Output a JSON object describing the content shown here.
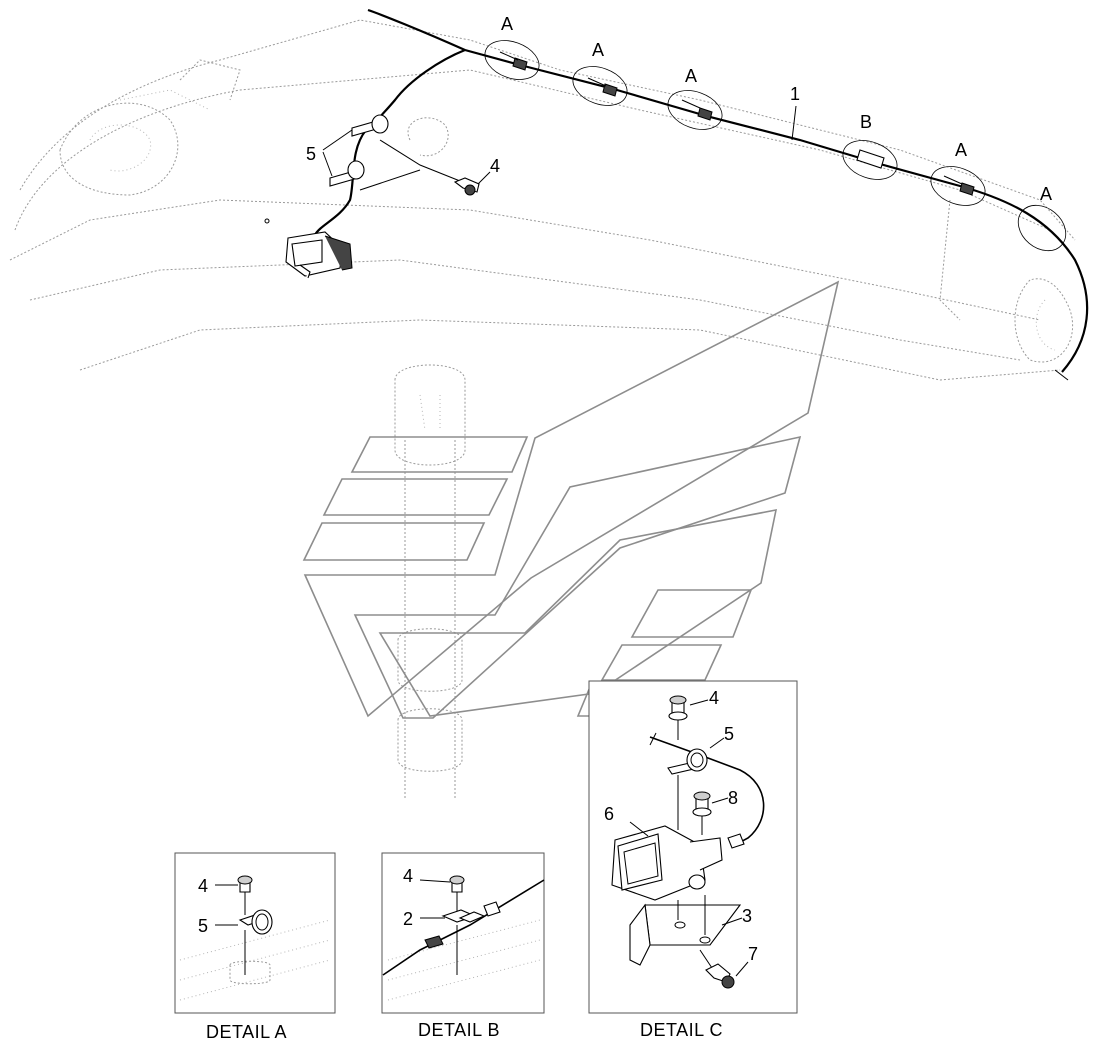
{
  "callouts": {
    "top_a1": "A",
    "top_a2": "A",
    "top_a3": "A",
    "top_b": "B",
    "top_a4": "A",
    "top_a5": "A",
    "harness": "1",
    "clamp_main": "5",
    "bolt_main": "4"
  },
  "detail_a": {
    "caption": "DETAIL  A",
    "bolt": "4",
    "clamp": "5"
  },
  "detail_b": {
    "caption": "DETAIL  B",
    "bolt": "4",
    "bracket": "2"
  },
  "detail_c": {
    "caption": "DETAIL  C",
    "bolt_top": "4",
    "clamp": "5",
    "lamp": "6",
    "bolt_lamp": "8",
    "bracket": "3",
    "bolt_bottom": "7"
  }
}
